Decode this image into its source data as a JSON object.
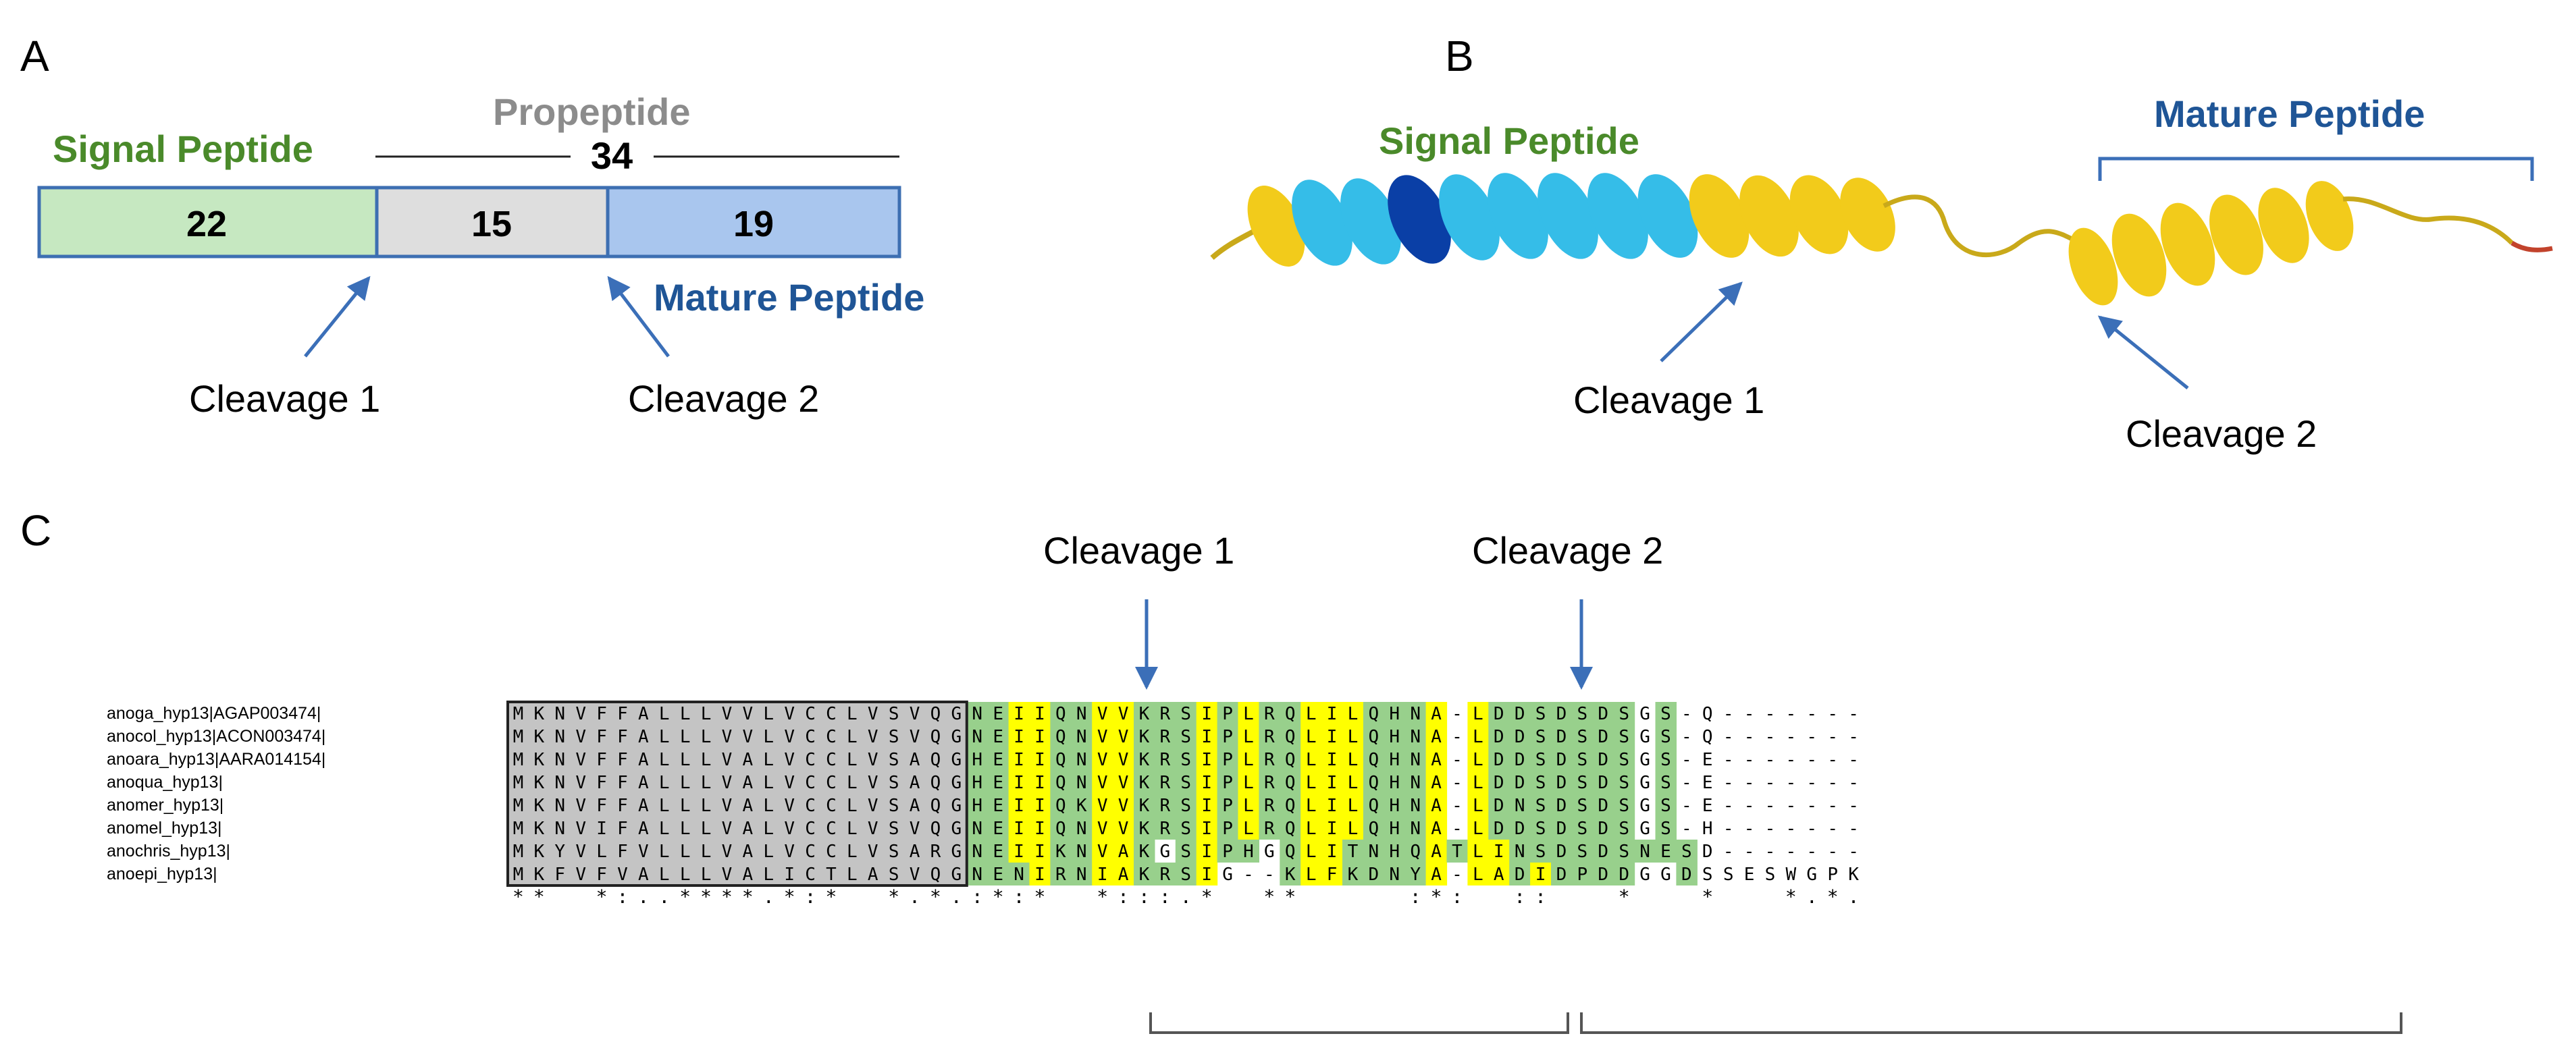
{
  "panels": {
    "a": "A",
    "b": "B",
    "c": "C"
  },
  "panel_a": {
    "signal_title": "Signal Peptide",
    "propeptide_title": "Propeptide",
    "propeptide_total": "34",
    "segments": [
      "22",
      "15",
      "19"
    ],
    "mature_title": "Mature Peptide",
    "cleavage_1": "Cleavage 1",
    "cleavage_2": "Cleavage 2"
  },
  "panel_b": {
    "signal_title": "Signal Peptide",
    "mature_title": "Mature Peptide",
    "cleavage_1": "Cleavage 1",
    "cleavage_2": "Cleavage 2"
  },
  "panel_c": {
    "cleavage_1": "Cleavage 1",
    "cleavage_2": "Cleavage 2",
    "names": [
      "anoga_hyp13|AGAP003474|",
      "anocol_hyp13|ACON003474|",
      "anoara_hyp13|AARA014154|",
      "anoqua_hyp13|",
      "anomer_hyp13|",
      "anomel_hyp13|",
      "anochris_hyp13|",
      "anoepi_hyp13|"
    ],
    "sequences": [
      "MKNVFFALLLVVLVCCLVSVQGNEIIQNVVKRSIPLRQLILQHNA-LDDSDSDSGS-Q-------",
      "MKNVFFALLLVVLVCCLVSVQGNEIIQNVVKRSIPLRQLILQHNA-LDDSDSDSGS-Q-------",
      "MKNVFFALLLVALVCCLVSAQGHEIIQNVVKRSIPLRQLILQHNA-LDDSDSDSGS-E-------",
      "MKNVFFALLLVALVCCLVSAQGHEIIQNVVKRSIPLRQLILQHNA-LDDSDSDSGS-E-------",
      "MKNVFFALLLVALVCCLVSAQGHEIIQKVVKRSIPLRQLILQHNA-LDNSDSDSGS-E-------",
      "MKNVIFALLLVALVCCLVSVQGNEIIQNVVKRSIPLRQLILQHNA-LDDSDSDSGS-H-------",
      "MKYVLFVLLLVALVCCLVSARGNEIIKNVAKGSIPHGQLITNHQATLINSDSDSNESD-------",
      "MKFVFVALLLVALICTLASVQGNENIRNIAKRSIG--KLFKDNYA-LADIDPDDGGDSSESWGPK"
    ],
    "conservation": "**  *:..****.*:*  *.*.:*:*  *:::.*  **     :*:  ::   *   *   *.*.."
  },
  "colors": {
    "signal_green": "#4a8a2a",
    "mature_blue": "#1f5596",
    "propeptide_grey": "#8c8c8c",
    "signal_box": "#c6e8c1",
    "propeptide_box": "#dedede",
    "mature_box": "#a9c6ee",
    "box_border": "#3d6fb2",
    "arrow": "#3b6fb8",
    "shade_yellow": "#ffff00",
    "shade_green": "#98d08c",
    "shade_grey": "#c4c4c4",
    "helix_cyan": "#35bde8",
    "helix_dark": "#0a3fa6",
    "helix_yellow": "#f2cb1b"
  }
}
